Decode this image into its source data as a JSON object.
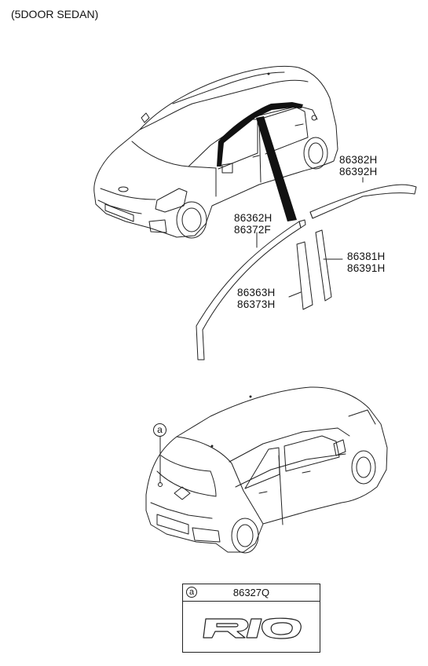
{
  "header": {
    "variant": "(5DOOR SEDAN)"
  },
  "part_numbers": {
    "front_door_upper_outer": [
      "86362H",
      "86372F"
    ],
    "rear_door_upper": [
      "86382H",
      "86392H"
    ],
    "rear_door_pillar": [
      "86381H",
      "86391H"
    ],
    "front_door_pillar": [
      "86363H",
      "86373H"
    ]
  },
  "callout": {
    "letter": "a"
  },
  "legend": {
    "letter": "a",
    "part_number": "86327Q",
    "emblem": "RIO"
  }
}
